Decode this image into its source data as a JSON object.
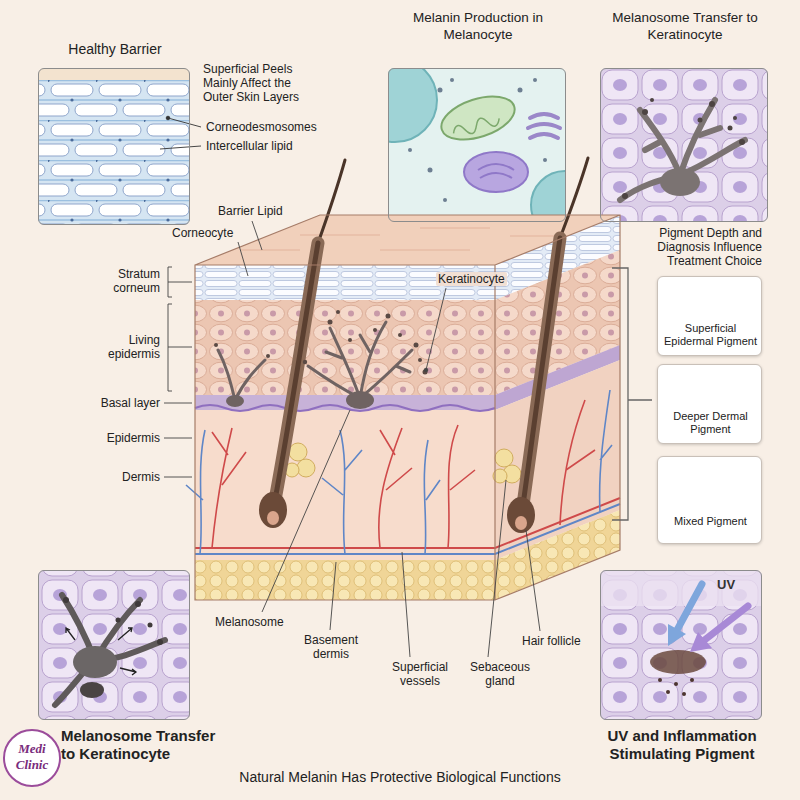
{
  "diagram": {
    "caption": "Natural Melanin Has Protective Biological Functions",
    "nodes": [
      {
        "text": [
          "Healthy Barrier"
        ]
      },
      {
        "text": [
          "Melanin Production in Melanocyte"
        ]
      },
      {
        "text": [
          "Melanosome Transfer to Keratinocyte"
        ]
      },
      {
        "text": [
          "Superficial Epidermal Pigment"
        ]
      },
      {
        "text": [
          "Deeper Dermal Pigment"
        ]
      },
      {
        "text": [
          "Mixed Pigment"
        ]
      },
      {
        "text": [
          "Melanosome Transfer to Keratinocyte"
        ]
      },
      {
        "text": [
          "UV",
          "UV and Inflammation Stimulating Pigment"
        ]
      }
    ],
    "labels": [
      "Superficial Peels Mainly Affect the Outer Skin Layers",
      "Corneodesmosomes",
      "Intercellular lipid",
      "Barrier Lipid",
      "Corneocyte",
      "Keratinocyte",
      "Pigment Depth and Diagnosis Influence Treatment Choice",
      "Stratum corneum",
      "Living epidermis",
      "Basal layer",
      "Epidermis",
      "Dermis",
      "Melanosome",
      "Basement dermis",
      "Superficial vessels",
      "Sebaceous gland",
      "Hair follicle",
      "Medi Clinic"
    ]
  }
}
